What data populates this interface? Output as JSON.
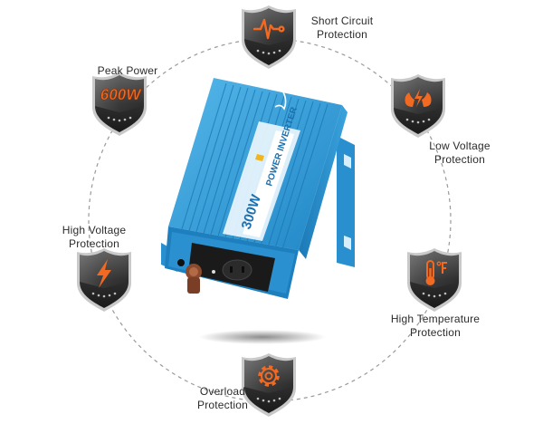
{
  "product": {
    "brand_text": "POWER INVERTER",
    "wattage": "300W"
  },
  "features": [
    {
      "id": "short-circuit",
      "line1": "Short Circuit",
      "line2": "Protection",
      "icon": "waveform-icon"
    },
    {
      "id": "low-voltage",
      "line1": "Low Voltage",
      "line2": "Protection",
      "icon": "hand-bolt-icon"
    },
    {
      "id": "high-temperature",
      "line1": "High Temperature",
      "line2": "Protection",
      "icon": "thermometer-celsius-icon"
    },
    {
      "id": "overload",
      "line1": "Overload",
      "line2": "Protection",
      "icon": "gear-icon"
    },
    {
      "id": "high-voltage",
      "line1": "High Voltage",
      "line2": "Protection",
      "icon": "lightning-bolt-icon"
    },
    {
      "id": "peak-power",
      "line1": "Peak Power",
      "line2": "",
      "icon": "peak-power-badge",
      "badge_text": "600W"
    }
  ],
  "colors": {
    "accent_orange": "#f26a21",
    "shield_dark": "#2e2e2e",
    "inverter_blue": "#2f9bd6"
  }
}
